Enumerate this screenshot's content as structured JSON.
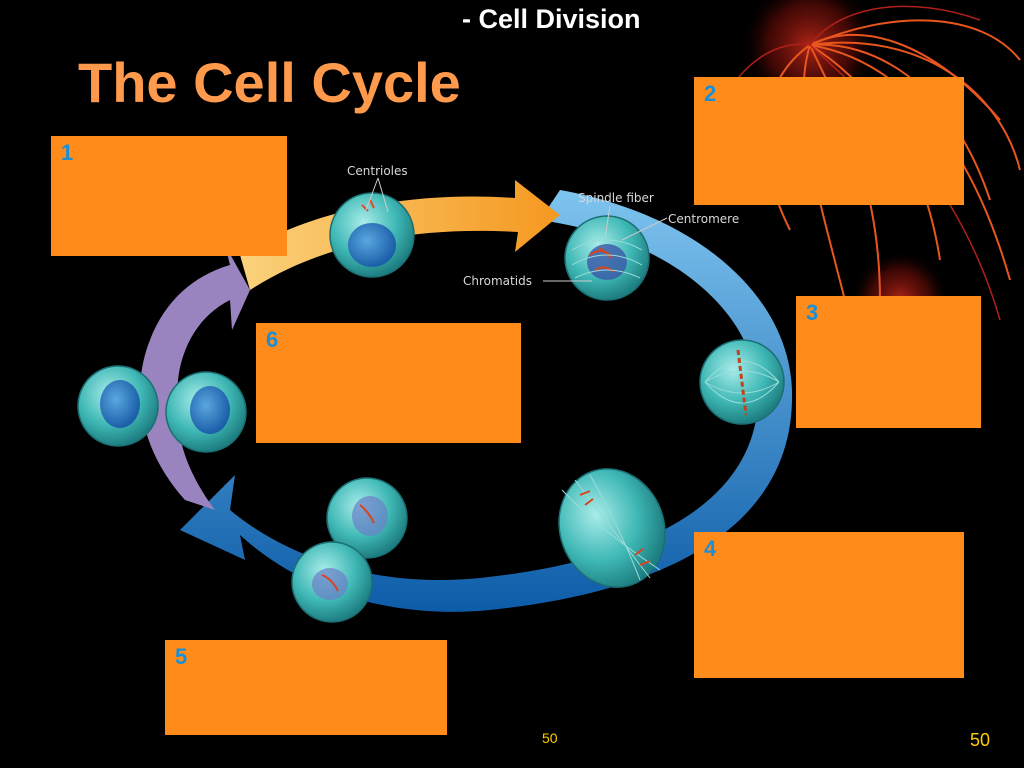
{
  "slide": {
    "subtitle": "- Cell Division",
    "title": "The Cell Cycle",
    "page_number_center": "50",
    "page_number_right": "50"
  },
  "colors": {
    "title": "#ff9a4d",
    "box_fill": "#ff8c1a",
    "box_number": "#1b8fd6",
    "arrow_orange": "#f7a33a",
    "arrow_blue": "#1f78c8",
    "arrow_purple": "#9a84c0",
    "cell": "#3fb8b5",
    "page_number": "#ffcc00"
  },
  "diagram": {
    "labels": {
      "centrioles": "Centrioles",
      "spindle_fiber": "Spindle fiber",
      "centromere": "Centromere",
      "chromatids": "Chromatids"
    },
    "boxes": [
      {
        "number": "1"
      },
      {
        "number": "2"
      },
      {
        "number": "3"
      },
      {
        "number": "4"
      },
      {
        "number": "5"
      },
      {
        "number": "6"
      }
    ]
  }
}
